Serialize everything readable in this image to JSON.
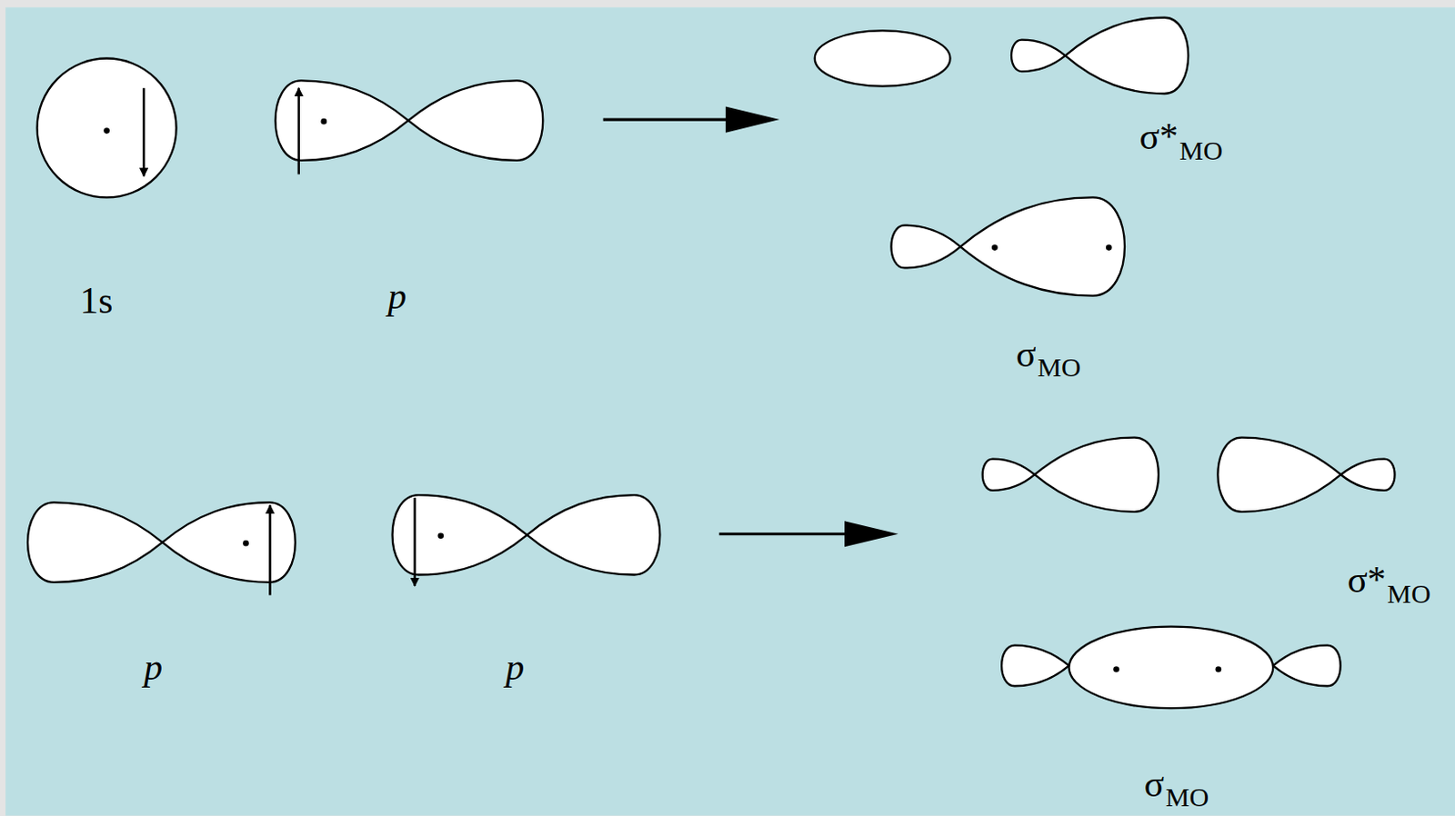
{
  "diagram": {
    "labels": [
      "σ*",
      "MO",
      "1s",
      "p",
      "σ",
      "MO",
      "σ*",
      "MO",
      "p",
      "p",
      "σ",
      "MO"
    ]
  }
}
